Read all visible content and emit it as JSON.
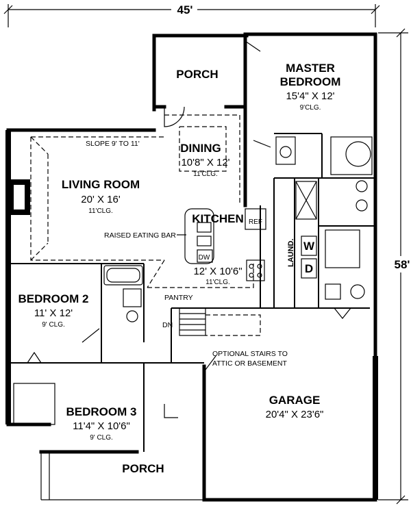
{
  "dimensions": {
    "width": "45'",
    "depth": "58'"
  },
  "rooms": {
    "porch_rear": {
      "name": "PORCH"
    },
    "master_bedroom": {
      "name_line1": "MASTER",
      "name_line2": "BEDROOM",
      "size": "15'4\" X 12'",
      "ceiling": "9'CLG."
    },
    "dining": {
      "name": "DINING",
      "size": "10'8\" X 12'",
      "ceiling": "11'CLG."
    },
    "living_room": {
      "name": "LIVING ROOM",
      "size": "20' X 16'",
      "ceiling": "11'CLG."
    },
    "kitchen": {
      "name": "KITCHEN",
      "size": "12' X 10'6\"",
      "ceiling": "11'CLG."
    },
    "bedroom2": {
      "name": "BEDROOM 2",
      "size": "11' X 12'",
      "ceiling": "9' CLG."
    },
    "bedroom3": {
      "name": "BEDROOM 3",
      "size": "11'4\" X 10'6\"",
      "ceiling": "9' CLG."
    },
    "garage": {
      "name": "GARAGE",
      "size": "20'4\" X 23'6\""
    },
    "porch_front": {
      "name": "PORCH"
    },
    "laundry": {
      "name": "LAUND."
    }
  },
  "labels": {
    "slope": "SLOPE 9' TO 11'",
    "eating_bar": "RAISED EATING BAR",
    "ref": "REF",
    "dw": "DW",
    "pantry": "PANTRY",
    "dn": "DN",
    "washer": "W",
    "dryer": "D",
    "optional_stairs_line1": "OPTIONAL STAIRS TO",
    "optional_stairs_line2": "ATTIC OR BASEMENT"
  }
}
